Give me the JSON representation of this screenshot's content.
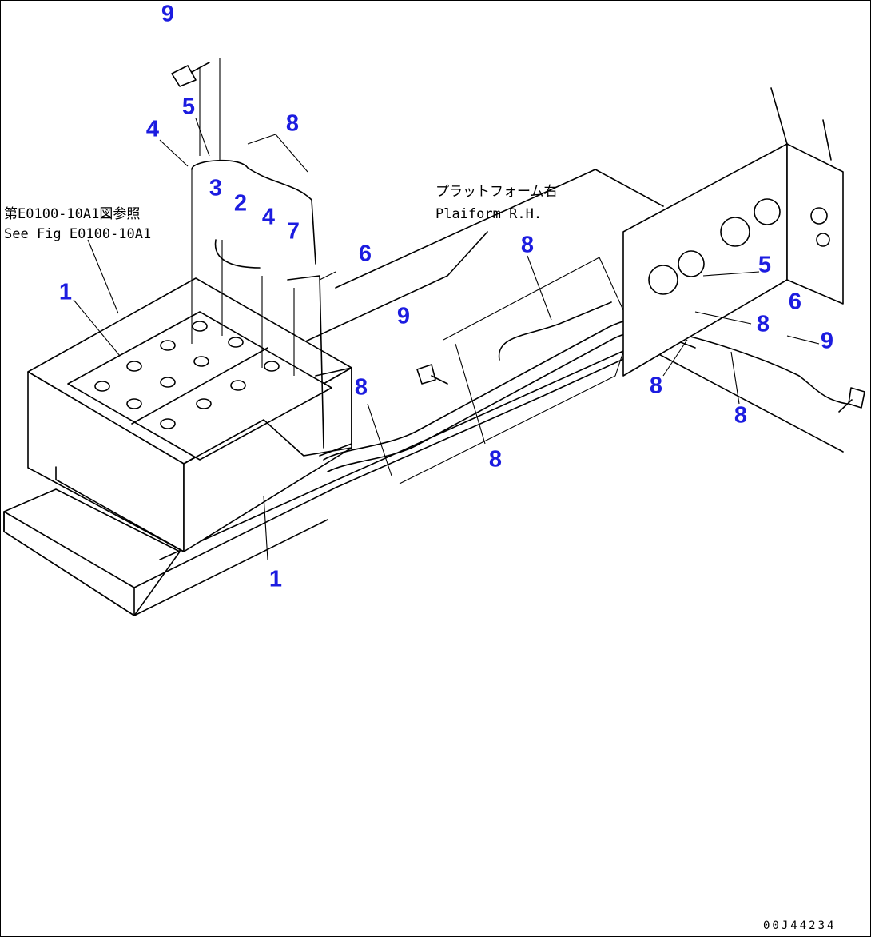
{
  "callouts": [
    {
      "id": "c9a",
      "text": "9"
    },
    {
      "id": "c5a",
      "text": "5"
    },
    {
      "id": "c4a",
      "text": "4"
    },
    {
      "id": "c8a",
      "text": "8"
    },
    {
      "id": "c3",
      "text": "3"
    },
    {
      "id": "c2",
      "text": "2"
    },
    {
      "id": "c4b",
      "text": "4"
    },
    {
      "id": "c7",
      "text": "7"
    },
    {
      "id": "c6a",
      "text": "6"
    },
    {
      "id": "c1a",
      "text": "1"
    },
    {
      "id": "c1b",
      "text": "1"
    },
    {
      "id": "c8b",
      "text": "8"
    },
    {
      "id": "c9b",
      "text": "9"
    },
    {
      "id": "c8c",
      "text": "8"
    },
    {
      "id": "c8d",
      "text": "8"
    },
    {
      "id": "c5b",
      "text": "5"
    },
    {
      "id": "c6b",
      "text": "6"
    },
    {
      "id": "c8e",
      "text": "8"
    },
    {
      "id": "c9c",
      "text": "9"
    },
    {
      "id": "c8f",
      "text": "8"
    },
    {
      "id": "c8g",
      "text": "8"
    }
  ],
  "notes": {
    "ref_jp": "第E0100-10A1図参照",
    "ref_en": "See Fig E0100-10A1",
    "platform_jp": "プラットフォーム右",
    "platform_en": "Plaiform R.H."
  },
  "figure_code": "00J44234",
  "colors": {
    "callout": "#1c1ce0",
    "line": "#000000"
  }
}
